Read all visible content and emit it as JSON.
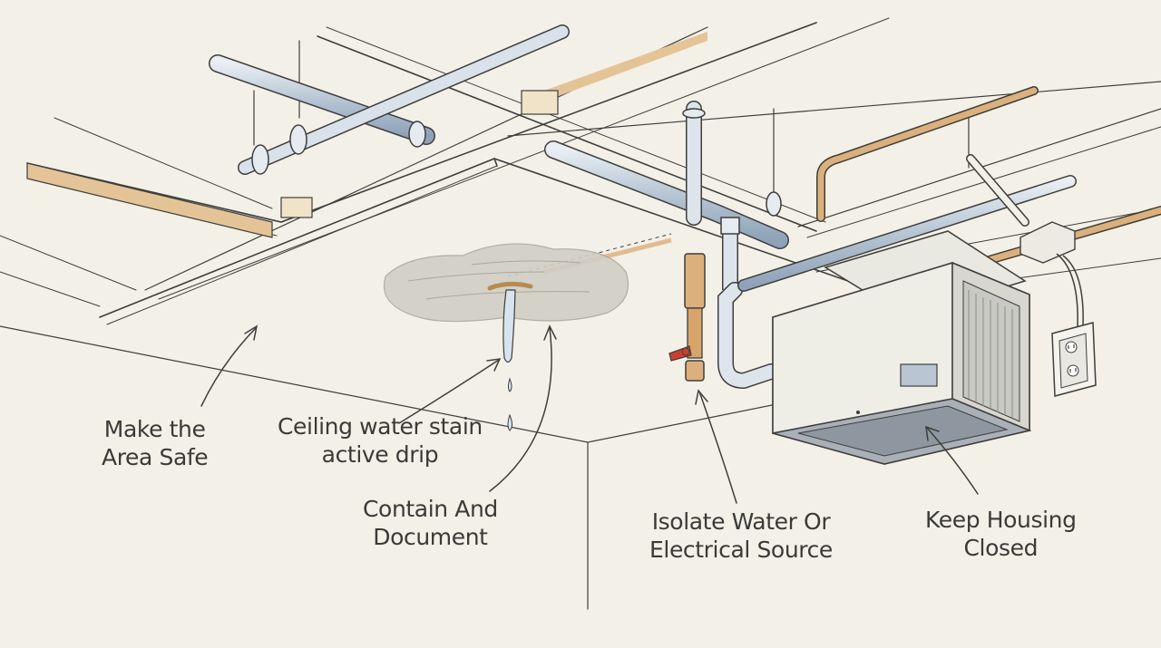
{
  "labels": {
    "area_safe": {
      "line1": "Make the",
      "line2": "Area Safe"
    },
    "stain": {
      "line1": "Ceiling water stain",
      "line2": "active drip"
    },
    "contain": {
      "line1": "Contain And",
      "line2": "Document"
    },
    "isolate": {
      "line1": "Isolate Water Or",
      "line2": "Electrical Source"
    },
    "housing": {
      "line1": "Keep Housing",
      "line2": "Closed"
    }
  },
  "colors": {
    "background": "#f3f0e7",
    "line": "#3e3e3c",
    "pipe_blue": "#b9c7d6",
    "copper": "#d8ad78",
    "valve_red": "#c9402e",
    "water_stain": "#c9c7bd",
    "unit_body": "#ecebe4"
  },
  "icons": [
    "water-stain-icon",
    "drip-icon",
    "shutoff-valve-icon",
    "electrical-outlet-icon",
    "ceiling-unit-icon",
    "junction-box-icon"
  ]
}
